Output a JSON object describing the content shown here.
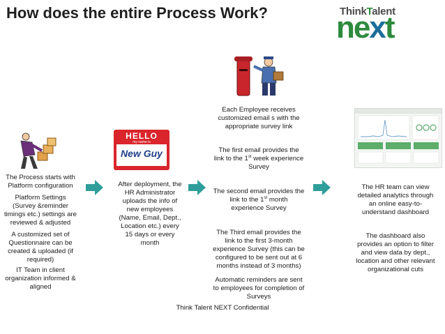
{
  "title": "How does the entire Process Work?",
  "logo": {
    "top_line_prefix": "Think",
    "top_line_t": "T",
    "top_line_suffix": "alent",
    "main_ne": "ne",
    "main_x": "x",
    "main_t": "t"
  },
  "step1": {
    "intro": "The Process starts with Platform configuration",
    "settings": "Platform Settings (Survey &reminder timings etc.) settings are reviewed & adjusted",
    "questionnaire": "A customized set of Questionnaire can be created & uploaded (if required)",
    "it_team": "IT Team in client organization informed & aligned"
  },
  "step2": {
    "badge_top": "HELLO",
    "badge_sub": "my name is",
    "badge_name": "New Guy",
    "text": "After deployment, the HR Administrator uploads the info of new employees (Name, Email, Dept., Location etc.) every 15 days or every month"
  },
  "step3": {
    "each_employee": "Each Employee receives customized email s with the appropriate survey link",
    "first_email_a": "The first email provides the link to the 1",
    "first_email_sup": "st",
    "first_email_b": " week experience Survey",
    "second_email_a": "The second email provides the link to the 1",
    "second_email_sup": "st",
    "second_email_b": " month experience Survey",
    "third_email": "The Third email provides the link to the first 3-month experience Survey (this  can be configured to be sent out at 6 months instead of 3 months)",
    "reminders": "Automatic reminders are sent to employees for completion of Surveys"
  },
  "step4": {
    "analytics": "The HR team can view detailed analytics through an online easy-to-understand dashboard",
    "dashboard": "The dashboard also provides an option to filter and view data by dept., location and other relevant  organizational cuts"
  },
  "footer": "Think Talent NEXT Confidential",
  "colors": {
    "arrow": "#2f9e9a",
    "brand_green": "#2d8a3e",
    "brand_blue": "#1d6f9a",
    "badge_red": "#d9252b"
  }
}
